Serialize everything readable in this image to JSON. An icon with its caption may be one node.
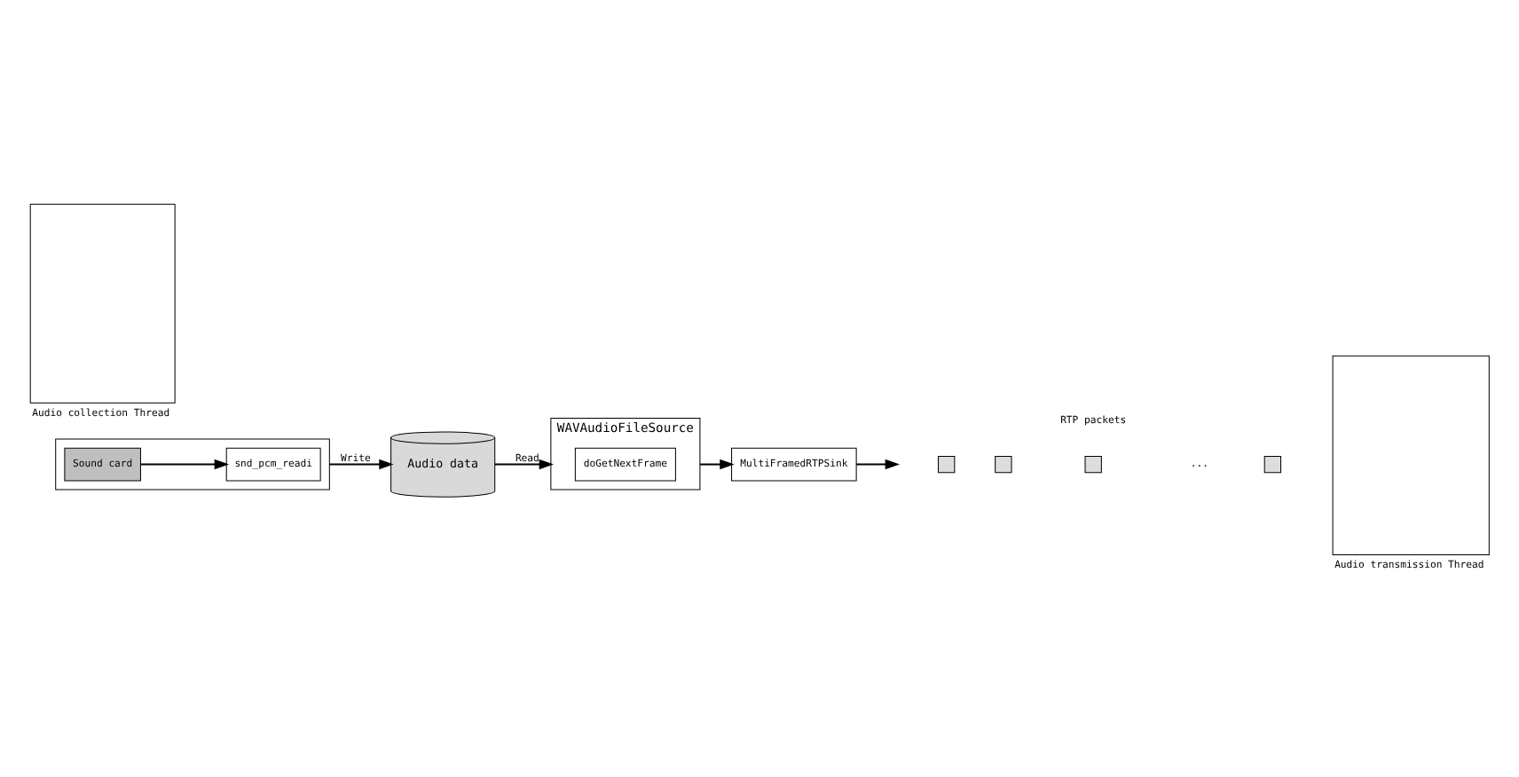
{
  "diagram": {
    "nodes": [
      {
        "text": [
          "Audio collection Thread"
        ]
      },
      {
        "text": [],
        "shape": "box"
      },
      {
        "text": [
          "snd_pcm_readi"
        ],
        "in": 1
      },
      {
        "text": [
          "Sound card"
        ],
        "in": 1
      },
      {
        "text": [
          "Audio data"
        ]
      },
      {
        "text": [
          "WAVAudioFileSource"
        ]
      },
      {
        "text": [
          "doGetNextFrame"
        ],
        "in": 5
      },
      {
        "text": [
          "MultiFramedRTPSink"
        ]
      },
      {
        "text": [],
        "shape": "box"
      },
      {
        "text": [],
        "shape": "box"
      },
      {
        "text": [],
        "shape": "box"
      },
      {
        "text": [],
        "shape": "box"
      },
      {
        "text": [
          "Audio transmission Thread"
        ]
      }
    ],
    "edges": [
      {
        "from": 3,
        "to": 2,
        "arrow": "to"
      },
      {
        "from": 1,
        "to": 4,
        "label": "Write",
        "arrow": "to"
      },
      {
        "from": 4,
        "to": 5,
        "label": "Read",
        "arrow": "to"
      },
      {
        "from": 5,
        "to": 7,
        "arrow": "to"
      },
      {
        "from": 7,
        "to": null,
        "arrow": "to"
      }
    ],
    "labels": [
      "...",
      "RTP packets"
    ]
  }
}
